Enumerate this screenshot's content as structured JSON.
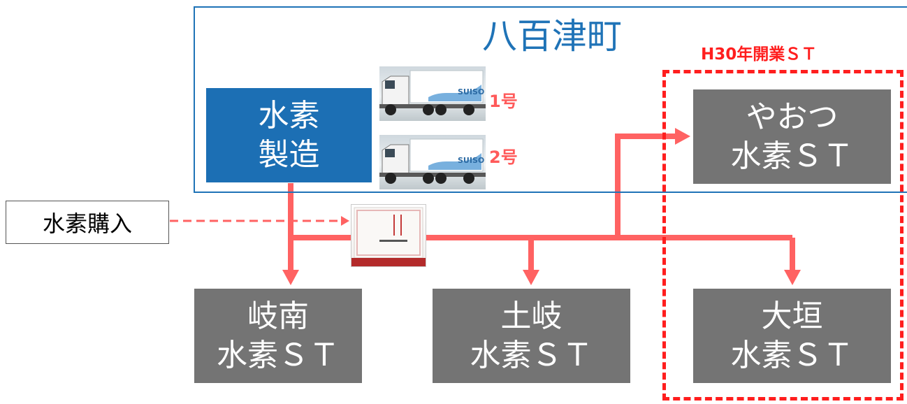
{
  "town": {
    "title": "八百津町"
  },
  "production": {
    "line1": "水素",
    "line2": "製造"
  },
  "trucks": [
    {
      "label": "1号",
      "icon": "hydrogen-truck-icon",
      "side_text": "SUISO"
    },
    {
      "label": "2号",
      "icon": "hydrogen-truck-icon",
      "side_text": "SUISO"
    }
  ],
  "new_stations": {
    "label": "H30年開業ＳＴ"
  },
  "purchase": {
    "label": "水素購入"
  },
  "stations": {
    "yaotsu": {
      "line1": "やおつ",
      "line2": "水素ＳＴ"
    },
    "ginan": {
      "line1": "岐南",
      "line2": "水素ＳＴ"
    },
    "toki": {
      "line1": "土岐",
      "line2": "水素ＳＴ"
    },
    "ogaki": {
      "line1": "大垣",
      "line2": "水素ＳＴ"
    }
  },
  "colors": {
    "town_frame": "#1f73b7",
    "production": "#1c6fb4",
    "station": "#747474",
    "flow": "#ff6262",
    "new_highlight": "#ff1e1e"
  }
}
